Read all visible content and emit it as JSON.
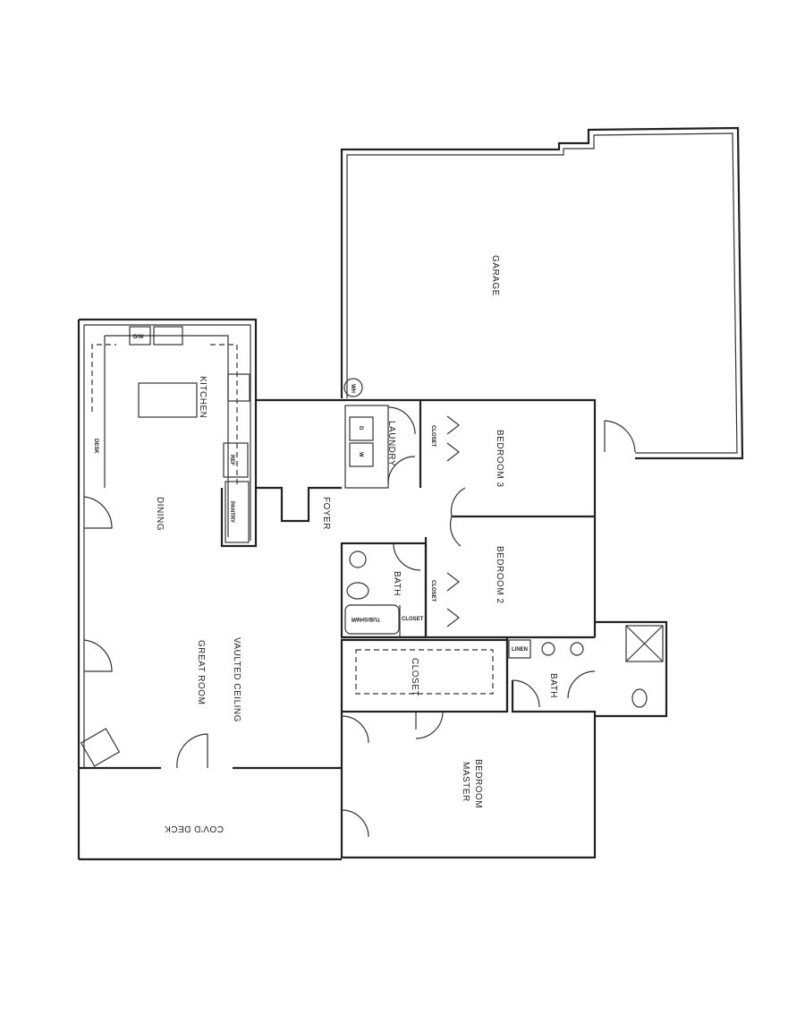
{
  "rooms": {
    "garage": "GARAGE",
    "kitchen": "KITCHEN",
    "dining": "DINING",
    "great_room": "GREAT ROOM",
    "vaulted": "VAULTED CEILING",
    "foyer": "FOYER",
    "laundry": "LAUNDRY",
    "bedroom3": "BEDROOM 3",
    "bedroom2": "BEDROOM 2",
    "bath_hall": "BATH",
    "closet_hall": "CLOSET",
    "closet_b3": "CLOSET",
    "closet_b2": "CLOSET",
    "closet_master": "CLOSET",
    "linen": "LINEN",
    "bath_master": "BATH",
    "bedroom_master_1": "BEDROOM",
    "bedroom_master_2": "MASTER",
    "deck": "COV'D DECK"
  },
  "fixtures": {
    "dishwasher": "D/W",
    "desk": "DESK",
    "ref": "REF",
    "pantry": "PANTRY",
    "water_heater": "WH",
    "dryer": "D",
    "washer": "W",
    "tub": "TUB/SHWR"
  }
}
